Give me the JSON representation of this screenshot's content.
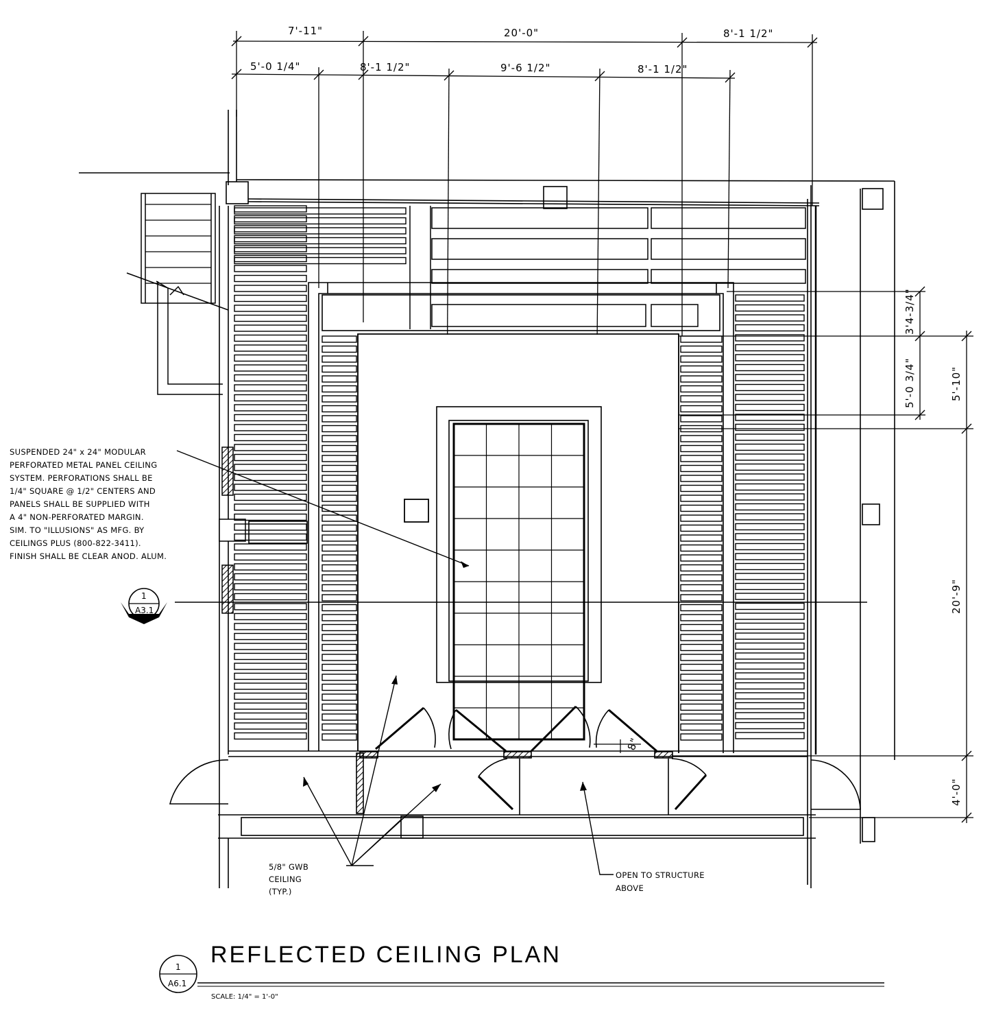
{
  "title": "REFLECTED CEILING PLAN",
  "scale": "SCALE: 1/4\" = 1'-0\"",
  "drawing_ref": {
    "number": "1",
    "sheet": "A6.1"
  },
  "section_ref": {
    "number": "1",
    "sheet": "A3.1"
  },
  "dimensions": {
    "top_row1": [
      "7'-11\"",
      "20'-0\"",
      "8'-1 1/2\""
    ],
    "top_row2": [
      "5'-0 1/4\"",
      "8'-1 1/2\"",
      "9'-6 1/2\"",
      "8'-1 1/2\""
    ],
    "right_inner": [
      "3'4-3/4\"",
      "5'-0 3/4\""
    ],
    "right_outer": [
      "5'-10\"",
      "20'-9\"",
      "4'-0\""
    ],
    "small": "8\""
  },
  "notes": {
    "ceiling_system": [
      "SUSPENDED 24\" x 24\" MODULAR",
      "PERFORATED METAL PANEL CEILING",
      "SYSTEM.  PERFORATIONS SHALL BE",
      "1/4\" SQUARE @ 1/2\" CENTERS AND",
      "PANELS SHALL BE SUPPLIED WITH",
      "A 4\" NON-PERFORATED MARGIN.",
      "SIM. TO \"ILLUSIONS\" AS MFG. BY",
      "CEILINGS PLUS (800-822-3411).",
      "FINISH SHALL BE CLEAR ANOD. ALUM."
    ],
    "gwb": [
      "5/8\" GWB",
      "CEILING",
      "(TYP.)"
    ],
    "open": [
      "OPEN TO STRUCTURE",
      "ABOVE"
    ]
  }
}
